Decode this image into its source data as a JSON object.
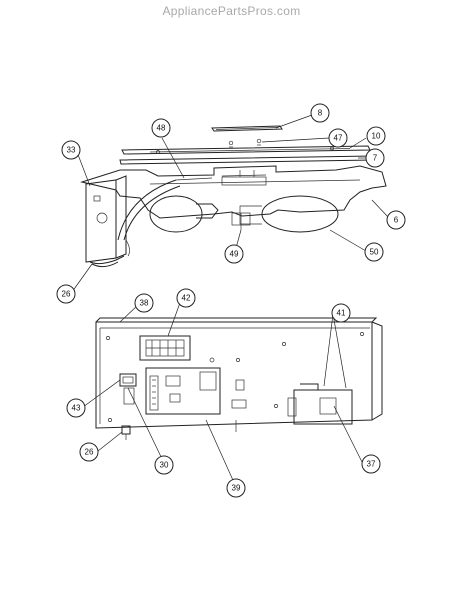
{
  "watermark": "AppliancePartsPros.com",
  "callouts": {
    "c8": "8",
    "c47": "47",
    "c48": "48",
    "c10": "10",
    "c33": "33",
    "c7": "7",
    "c6": "6",
    "c49": "49",
    "c50": "50",
    "c26a": "26",
    "c38": "38",
    "c42": "42",
    "c41": "41",
    "c43": "43",
    "c26b": "26",
    "c30": "30",
    "c37": "37",
    "c39": "39"
  }
}
